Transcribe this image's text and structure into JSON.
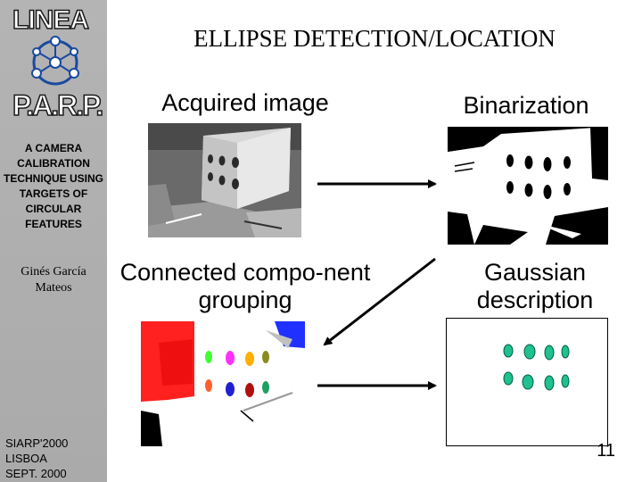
{
  "sidebar": {
    "logo_top": "LINEA",
    "logo_bottom": "P.A.R.P.",
    "talk_title": "A CAMERA CALIBRATION TECHNIQUE USING TARGETS OF CIRCULAR FEATURES",
    "author": "Ginés García Mateos",
    "conference_line1": "SIARP'2000",
    "conference_line2": "LISBOA",
    "conference_line3": "SEPT. 2000"
  },
  "slide": {
    "title": "ELLIPSE DETECTION/LOCATION",
    "label_acquired": "Acquired image",
    "label_binarization": "Binarization",
    "label_connected": "Connected compo-nent grouping",
    "label_gaussian": "Gaussian description",
    "page_number": "11"
  },
  "colors": {
    "sidebar_bg": "#b0b0b0",
    "ellipse_fill": "#20c090",
    "ellipse_stroke": "#006040"
  }
}
